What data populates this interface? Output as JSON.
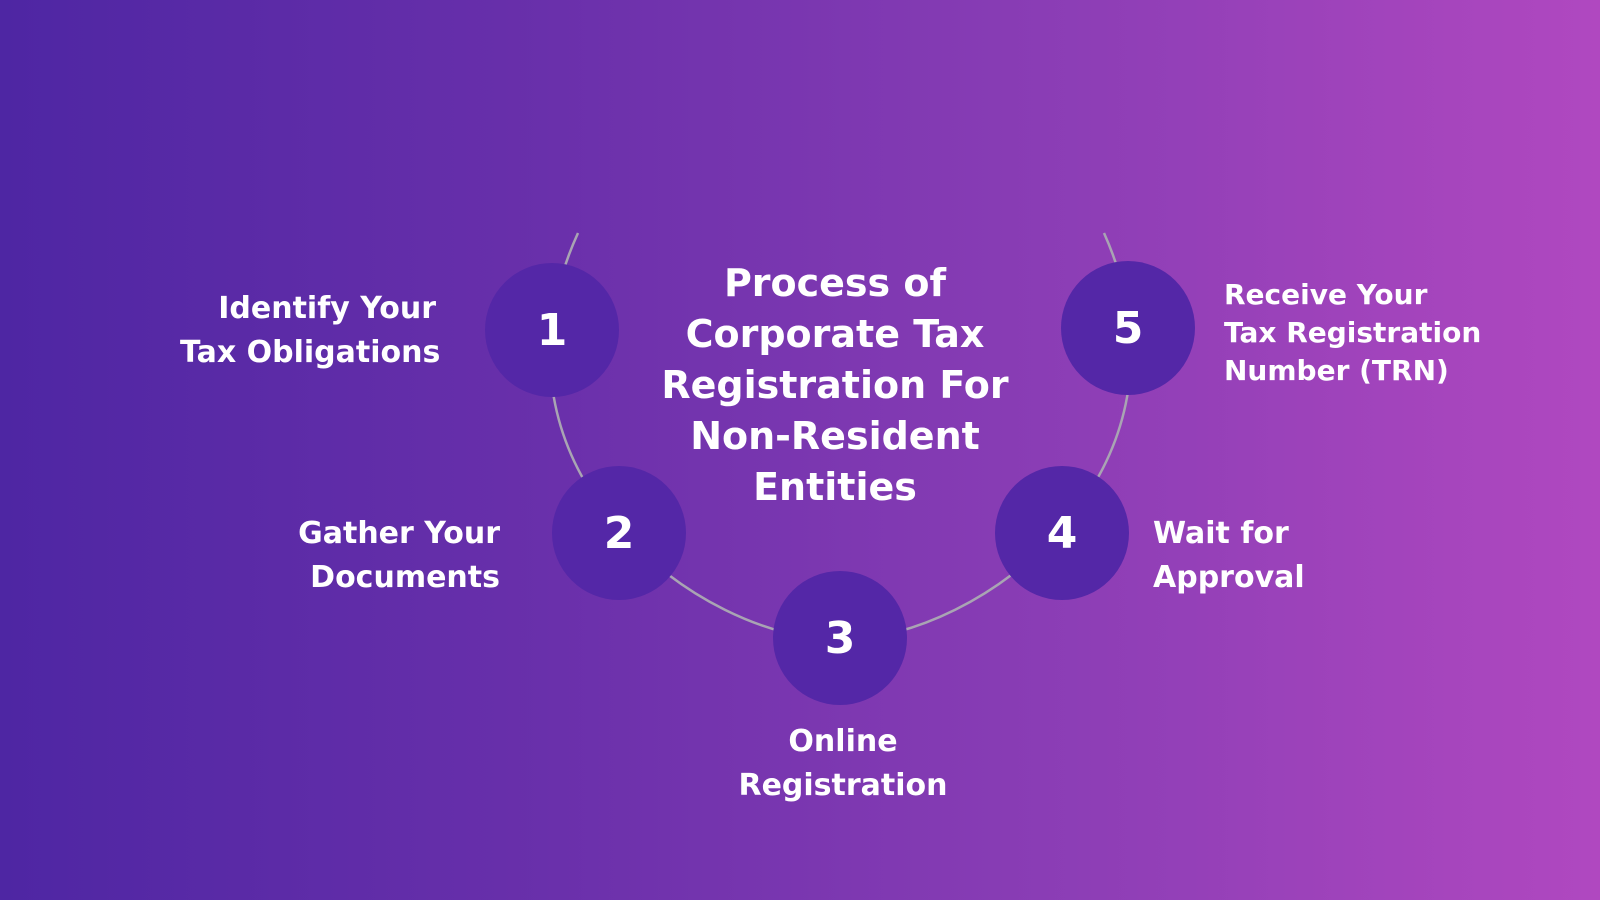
{
  "diagram": {
    "title_lines": [
      "Process of",
      "Corporate Tax",
      "Registration For",
      "Non-Resident",
      "Entities"
    ],
    "colors": {
      "gradient_start": "#4e26a3",
      "gradient_end": "#b048c0",
      "step_circle": "#5427a7",
      "connector_line": "#a9a4b3",
      "text": "#ffffff"
    },
    "steps": [
      {
        "number": "1",
        "label_lines": [
          "Identify Your",
          "Tax Obligations"
        ]
      },
      {
        "number": "2",
        "label_lines": [
          "Gather Your",
          "Documents"
        ]
      },
      {
        "number": "3",
        "label_lines": [
          "Online",
          "Registration"
        ]
      },
      {
        "number": "4",
        "label_lines": [
          "Wait for",
          "Approval"
        ]
      },
      {
        "number": "5",
        "label_lines": [
          "Receive Your",
          "Tax Registration",
          "Number (TRN)"
        ]
      }
    ]
  }
}
